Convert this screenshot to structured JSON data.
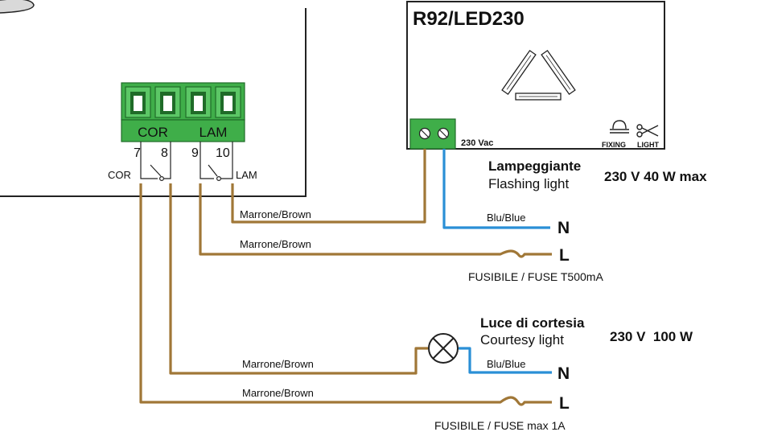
{
  "module": {
    "title": "R92/LED230",
    "voltage_label": "230 Vac",
    "fixing_label": "FIXING",
    "light_label": "LIGHT"
  },
  "terminals": {
    "block_cor": "COR",
    "block_lam": "LAM",
    "numbers": [
      "7",
      "8",
      "9",
      "10"
    ],
    "contact_cor": "COR",
    "contact_lam": "LAM"
  },
  "flashing": {
    "name_it": "Lampeggiante",
    "name_en": "Flashing light",
    "rating": "230 V 40 W max",
    "wire_brown_top": "Marrone/Brown",
    "wire_blue": "Blu/Blue",
    "neutral": "N",
    "wire_brown_fused": "Marrone/Brown",
    "live": "L",
    "fuse": "FUSIBILE / FUSE T500mA"
  },
  "courtesy": {
    "name_it": "Luce di cortesia",
    "name_en": "Courtesy light",
    "rating": "230 V  100 W",
    "wire_brown_lamp": "Marrone/Brown",
    "wire_blue": "Blu/Blue",
    "neutral": "N",
    "wire_brown_fused": "Marrone/Brown",
    "live": "L",
    "fuse": "FUSIBILE / FUSE max 1A"
  },
  "colors": {
    "brown_wire": "#a07737",
    "blue_wire": "#2a8fd6",
    "terminal_green": "#3fae49",
    "terminal_dark": "#1f6b28",
    "outline": "#222222"
  }
}
